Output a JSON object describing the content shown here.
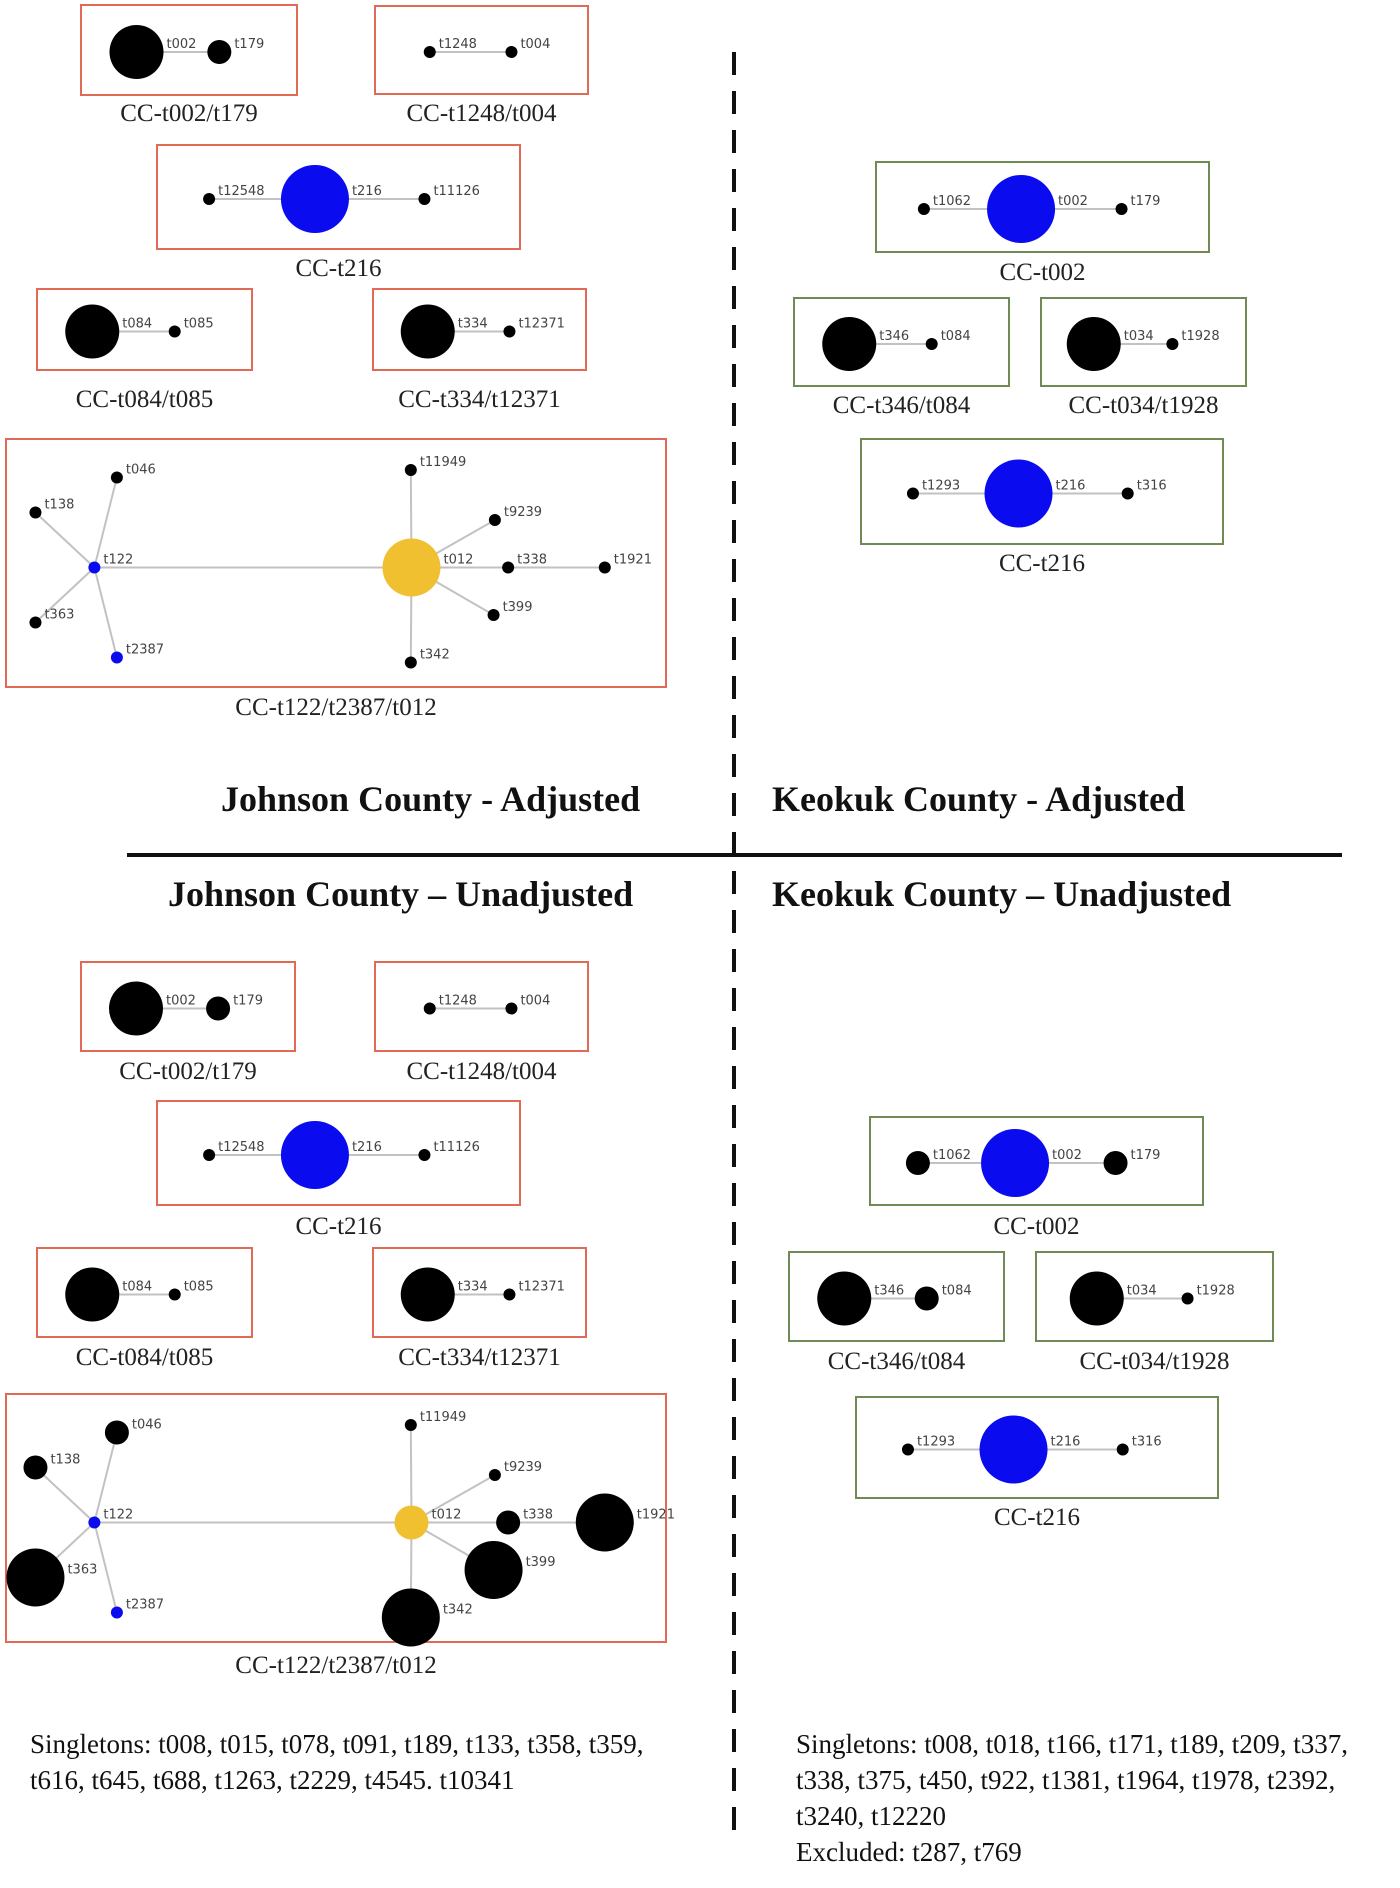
{
  "headings": {
    "johnson_adjusted": "Johnson County - Adjusted",
    "keokuk_adjusted": "Keokuk County - Adjusted",
    "johnson_unadjusted": "Johnson County – Unadjusted",
    "keokuk_unadjusted": "Keokuk County – Unadjusted"
  },
  "colors": {
    "johnson_border": "#e06a55",
    "keokuk_border": "#6f8a55",
    "founder_blue": "#0b0bf0",
    "founder_yellow": "#f0c030",
    "node_black": "#000000",
    "edge": "#999999"
  },
  "panels": {
    "johnson_adjusted": {
      "clusters": [
        {
          "label": "CC-t002/t179",
          "nodes": [
            {
              "id": "t002",
              "size": "large",
              "color": "black"
            },
            {
              "id": "t179",
              "size": "medium",
              "color": "black"
            }
          ],
          "edges": [
            [
              "t002",
              "t179"
            ]
          ]
        },
        {
          "label": "CC-t1248/t004",
          "nodes": [
            {
              "id": "t1248",
              "size": "small",
              "color": "black"
            },
            {
              "id": "t004",
              "size": "small",
              "color": "black"
            }
          ],
          "edges": [
            [
              "t1248",
              "t004"
            ]
          ]
        },
        {
          "label": "CC-t216",
          "nodes": [
            {
              "id": "t12548",
              "size": "small",
              "color": "black"
            },
            {
              "id": "t216",
              "size": "large",
              "color": "blue"
            },
            {
              "id": "t11126",
              "size": "small",
              "color": "black"
            }
          ],
          "edges": [
            [
              "t12548",
              "t216"
            ],
            [
              "t216",
              "t11126"
            ]
          ]
        },
        {
          "label": "CC-t084/t085",
          "nodes": [
            {
              "id": "t084",
              "size": "large",
              "color": "black"
            },
            {
              "id": "t085",
              "size": "small",
              "color": "black"
            }
          ],
          "edges": [
            [
              "t084",
              "t085"
            ]
          ]
        },
        {
          "label": "CC-t334/t12371",
          "nodes": [
            {
              "id": "t334",
              "size": "large",
              "color": "black"
            },
            {
              "id": "t12371",
              "size": "small",
              "color": "black"
            }
          ],
          "edges": [
            [
              "t334",
              "t12371"
            ]
          ]
        },
        {
          "label": "CC-t122/t2387/t012",
          "nodes": [
            {
              "id": "t122",
              "size": "small",
              "color": "blue"
            },
            {
              "id": "t046",
              "size": "small",
              "color": "black"
            },
            {
              "id": "t138",
              "size": "small",
              "color": "black"
            },
            {
              "id": "t363",
              "size": "small",
              "color": "black"
            },
            {
              "id": "t2387",
              "size": "small",
              "color": "blue"
            },
            {
              "id": "t012",
              "size": "large",
              "color": "yellow"
            },
            {
              "id": "t11949",
              "size": "small",
              "color": "black"
            },
            {
              "id": "t9239",
              "size": "small",
              "color": "black"
            },
            {
              "id": "t338",
              "size": "small",
              "color": "black"
            },
            {
              "id": "t1921",
              "size": "small",
              "color": "black"
            },
            {
              "id": "t399",
              "size": "small",
              "color": "black"
            },
            {
              "id": "t342",
              "size": "small",
              "color": "black"
            }
          ],
          "edges": [
            [
              "t122",
              "t046"
            ],
            [
              "t122",
              "t138"
            ],
            [
              "t122",
              "t363"
            ],
            [
              "t122",
              "t2387"
            ],
            [
              "t122",
              "t012"
            ],
            [
              "t012",
              "t11949"
            ],
            [
              "t012",
              "t9239"
            ],
            [
              "t012",
              "t338"
            ],
            [
              "t338",
              "t1921"
            ],
            [
              "t012",
              "t399"
            ],
            [
              "t012",
              "t342"
            ]
          ]
        }
      ]
    },
    "keokuk_adjusted": {
      "clusters": [
        {
          "label": "CC-t002",
          "nodes": [
            {
              "id": "t1062",
              "size": "small",
              "color": "black"
            },
            {
              "id": "t002",
              "size": "large",
              "color": "blue"
            },
            {
              "id": "t179",
              "size": "small",
              "color": "black"
            }
          ],
          "edges": [
            [
              "t1062",
              "t002"
            ],
            [
              "t002",
              "t179"
            ]
          ]
        },
        {
          "label": "CC-t346/t084",
          "nodes": [
            {
              "id": "t346",
              "size": "large",
              "color": "black"
            },
            {
              "id": "t084",
              "size": "small",
              "color": "black"
            }
          ],
          "edges": [
            [
              "t346",
              "t084"
            ]
          ]
        },
        {
          "label": "CC-t034/t1928",
          "nodes": [
            {
              "id": "t034",
              "size": "large",
              "color": "black"
            },
            {
              "id": "t1928",
              "size": "small",
              "color": "black"
            }
          ],
          "edges": [
            [
              "t034",
              "t1928"
            ]
          ]
        },
        {
          "label": "CC-t216",
          "nodes": [
            {
              "id": "t1293",
              "size": "small",
              "color": "black"
            },
            {
              "id": "t216",
              "size": "large",
              "color": "blue"
            },
            {
              "id": "t316",
              "size": "small",
              "color": "black"
            }
          ],
          "edges": [
            [
              "t1293",
              "t216"
            ],
            [
              "t216",
              "t316"
            ]
          ]
        }
      ]
    },
    "johnson_unadjusted": {
      "clusters": [
        {
          "label": "CC-t002/t179",
          "nodes": [
            {
              "id": "t002",
              "size": "large",
              "color": "black"
            },
            {
              "id": "t179",
              "size": "medium",
              "color": "black"
            }
          ],
          "edges": [
            [
              "t002",
              "t179"
            ]
          ]
        },
        {
          "label": "CC-t1248/t004",
          "nodes": [
            {
              "id": "t1248",
              "size": "small",
              "color": "black"
            },
            {
              "id": "t004",
              "size": "small",
              "color": "black"
            }
          ],
          "edges": [
            [
              "t1248",
              "t004"
            ]
          ]
        },
        {
          "label": "CC-t216",
          "nodes": [
            {
              "id": "t12548",
              "size": "small",
              "color": "black"
            },
            {
              "id": "t216",
              "size": "large",
              "color": "blue"
            },
            {
              "id": "t11126",
              "size": "small",
              "color": "black"
            }
          ],
          "edges": [
            [
              "t12548",
              "t216"
            ],
            [
              "t216",
              "t11126"
            ]
          ]
        },
        {
          "label": "CC-t084/t085",
          "nodes": [
            {
              "id": "t084",
              "size": "large",
              "color": "black"
            },
            {
              "id": "t085",
              "size": "small",
              "color": "black"
            }
          ],
          "edges": [
            [
              "t084",
              "t085"
            ]
          ]
        },
        {
          "label": "CC-t334/t12371",
          "nodes": [
            {
              "id": "t334",
              "size": "large",
              "color": "black"
            },
            {
              "id": "t12371",
              "size": "small",
              "color": "black"
            }
          ],
          "edges": [
            [
              "t334",
              "t12371"
            ]
          ]
        },
        {
          "label": "CC-t122/t2387/t012",
          "nodes": [
            {
              "id": "t122",
              "size": "small",
              "color": "blue"
            },
            {
              "id": "t046",
              "size": "medium",
              "color": "black"
            },
            {
              "id": "t138",
              "size": "medium",
              "color": "black"
            },
            {
              "id": "t363",
              "size": "large",
              "color": "black"
            },
            {
              "id": "t2387",
              "size": "small",
              "color": "blue"
            },
            {
              "id": "t012",
              "size": "medium",
              "color": "yellow"
            },
            {
              "id": "t11949",
              "size": "small",
              "color": "black"
            },
            {
              "id": "t9239",
              "size": "small",
              "color": "black"
            },
            {
              "id": "t338",
              "size": "medium",
              "color": "black"
            },
            {
              "id": "t1921",
              "size": "large",
              "color": "black"
            },
            {
              "id": "t399",
              "size": "large",
              "color": "black"
            },
            {
              "id": "t342",
              "size": "large",
              "color": "black"
            }
          ],
          "edges": [
            [
              "t122",
              "t046"
            ],
            [
              "t122",
              "t138"
            ],
            [
              "t122",
              "t363"
            ],
            [
              "t122",
              "t2387"
            ],
            [
              "t122",
              "t012"
            ],
            [
              "t012",
              "t11949"
            ],
            [
              "t012",
              "t9239"
            ],
            [
              "t012",
              "t338"
            ],
            [
              "t338",
              "t1921"
            ],
            [
              "t012",
              "t399"
            ],
            [
              "t012",
              "t342"
            ]
          ]
        }
      ],
      "singletons": "Singletons: t008, t015, t078, t091, t189, t133, t358, t359, t616, t645, t688, t1263, t2229, t4545. t10341"
    },
    "keokuk_unadjusted": {
      "clusters": [
        {
          "label": "CC-t002",
          "nodes": [
            {
              "id": "t1062",
              "size": "medium",
              "color": "black"
            },
            {
              "id": "t002",
              "size": "large",
              "color": "blue"
            },
            {
              "id": "t179",
              "size": "medium",
              "color": "black"
            }
          ],
          "edges": [
            [
              "t1062",
              "t002"
            ],
            [
              "t002",
              "t179"
            ]
          ]
        },
        {
          "label": "CC-t346/t084",
          "nodes": [
            {
              "id": "t346",
              "size": "large",
              "color": "black"
            },
            {
              "id": "t084",
              "size": "medium",
              "color": "black"
            }
          ],
          "edges": [
            [
              "t346",
              "t084"
            ]
          ]
        },
        {
          "label": "CC-t034/t1928",
          "nodes": [
            {
              "id": "t034",
              "size": "large",
              "color": "black"
            },
            {
              "id": "t1928",
              "size": "small",
              "color": "black"
            }
          ],
          "edges": [
            [
              "t034",
              "t1928"
            ]
          ]
        },
        {
          "label": "CC-t216",
          "nodes": [
            {
              "id": "t1293",
              "size": "small",
              "color": "black"
            },
            {
              "id": "t216",
              "size": "large",
              "color": "blue"
            },
            {
              "id": "t316",
              "size": "small",
              "color": "black"
            }
          ],
          "edges": [
            [
              "t1293",
              "t216"
            ],
            [
              "t216",
              "t316"
            ]
          ]
        }
      ],
      "singletons": "Singletons: t008, t018, t166, t171, t189, t209, t337, t338, t375, t450, t922, t1381, t1964, t1978, t2392, t3240, t12220",
      "excluded": "Excluded: t287, t769"
    }
  }
}
